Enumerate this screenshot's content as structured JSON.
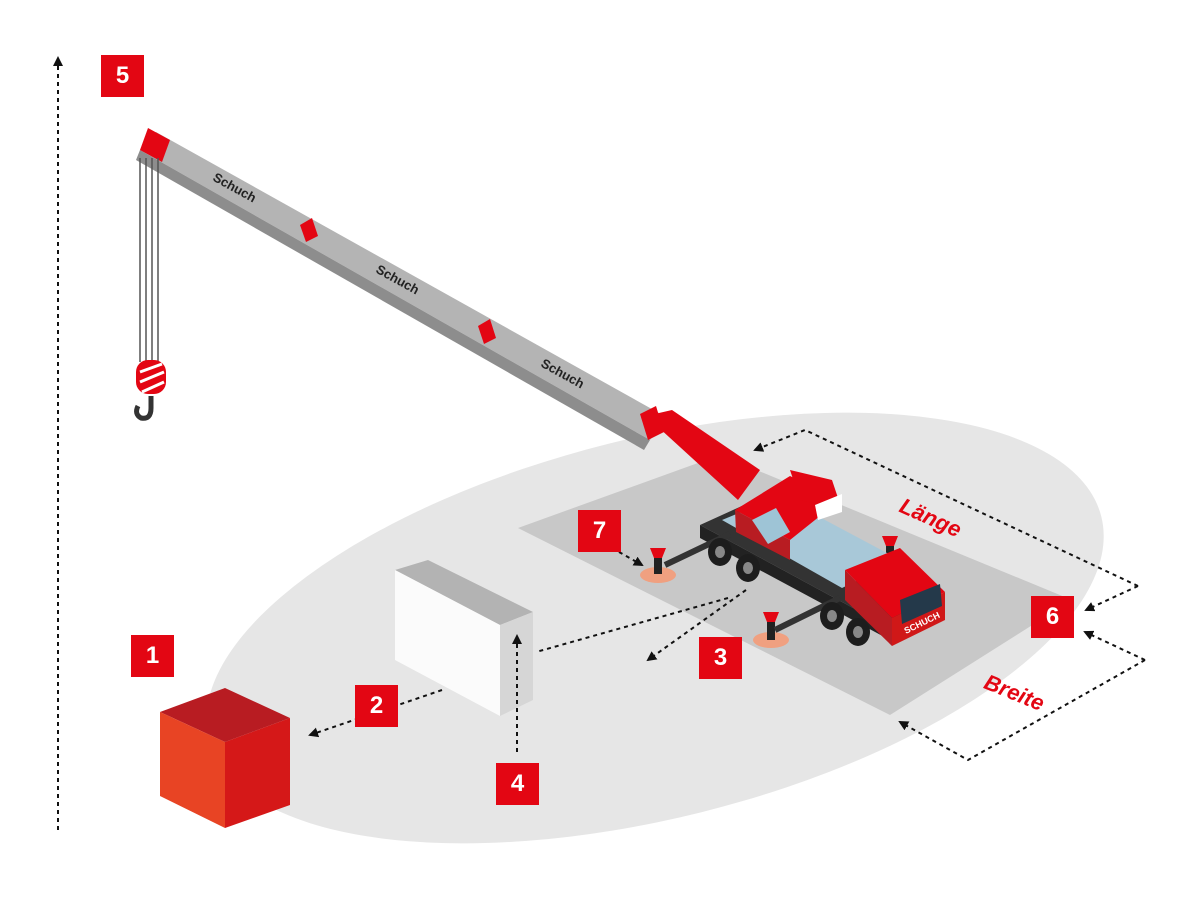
{
  "markers": [
    "1",
    "2",
    "3",
    "4",
    "5",
    "6",
    "7"
  ],
  "labels": {
    "length": "Länge",
    "width": "Breite"
  },
  "boom_brand": "Schuch",
  "cab_brand": "SCHUCH",
  "colors": {
    "brand_red": "#e30613",
    "dark_red": "#b81c22",
    "ellipse_gray": "#e6e6e6",
    "pad_gray": "#c8c8c8",
    "boom_gray": "#b4b4b4"
  }
}
